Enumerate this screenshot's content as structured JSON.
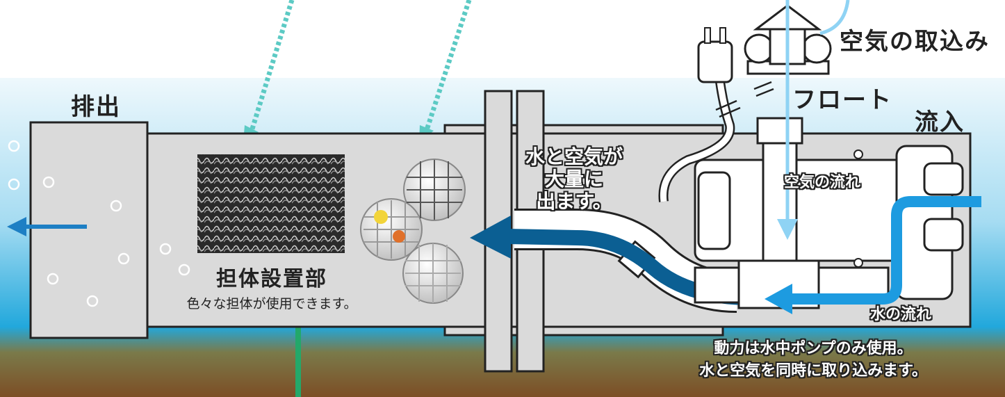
{
  "labels": {
    "discharge": "排出",
    "inflow": "流入",
    "air_intake": "空気の取込み",
    "float": "フロート",
    "air_flow": "空気の流れ",
    "water_flow": "水の流れ",
    "water_air_out": [
      "水と空気が",
      "大量に",
      "出ます。"
    ],
    "carrier_title": "担体設置部",
    "carrier_sub": "色々な担体が使用できます。",
    "power_note": [
      "動力は水中ポンプのみ使用。",
      "水と空気を同時に取り込みます。"
    ]
  },
  "colors": {
    "water_light": "#d9eef8",
    "water_deep": "#1ea4d8",
    "sediment": "#8a5a2b",
    "air_arrow": "#8fd3f4",
    "water_arrow": "#1d9be0",
    "outflow_arrow": "#0b5f93",
    "dotted_pointer": "#5ccac4",
    "body_fill": "#dadada"
  }
}
